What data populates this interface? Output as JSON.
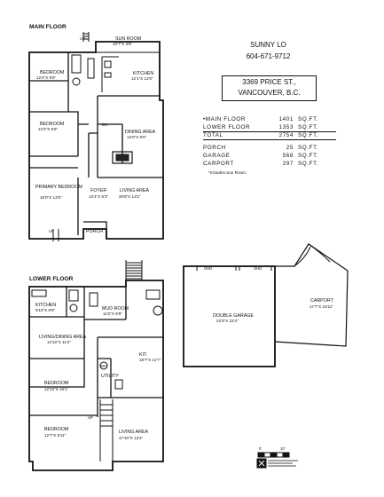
{
  "main_floor": {
    "title": "MAIN FLOOR",
    "rooms": [
      {
        "id": "sun-room",
        "name": "SUN ROOM",
        "dims": "10'7\"X 3'8\""
      },
      {
        "id": "bedroom-1",
        "name": "BEDROOM",
        "dims": "12'4\"X 9'5\""
      },
      {
        "id": "kitchen",
        "name": "KITCHEN",
        "dims": "12'1\"X 12'0\""
      },
      {
        "id": "bedroom-2",
        "name": "BEDROOM",
        "dims": "12'2\"X 8'6\""
      },
      {
        "id": "dining-area",
        "name": "DINING AREA",
        "dims": "12'0\"X 8'0\""
      },
      {
        "id": "primary-bedroom",
        "name": "PRIMARY BEDROOM",
        "dims": "15'0\"X 12'5\""
      },
      {
        "id": "foyer",
        "name": "FOYER",
        "dims": "13'4\"X 5'3\""
      },
      {
        "id": "living-area",
        "name": "LIVING AREA",
        "dims": "20'8\"X 13'1\""
      },
      {
        "id": "porch",
        "name": "PORCH",
        "dims": ""
      }
    ],
    "markers": {
      "up": "UP",
      "dn": "DN"
    }
  },
  "lower_floor": {
    "title": "LOWER FLOOR",
    "rooms": [
      {
        "id": "kitchen",
        "name": "KITCHEN",
        "dims": "8'10\"X 8'6\""
      },
      {
        "id": "mud-room",
        "name": "MUD ROOM",
        "dims": "11'0\"X 9'9\""
      },
      {
        "id": "living-dining",
        "name": "LIVING/DINING AREA",
        "dims": "14'10\"X 11'2\""
      },
      {
        "id": "kit",
        "name": "KIT.",
        "dims": "18'7\"X 11'7\""
      },
      {
        "id": "utility",
        "name": "UTILITY",
        "dims": ""
      },
      {
        "id": "bedroom-1",
        "name": "BEDROOM",
        "dims": "12'10\"X 10'1\""
      },
      {
        "id": "bedroom-2",
        "name": "BEDROOM",
        "dims": "12'7\"X 8'11\""
      },
      {
        "id": "living-area",
        "name": "LIVING AREA",
        "dims": "17'10\"X 12'2\""
      }
    ],
    "markers": {
      "up": "UP",
      "wh": "WH"
    }
  },
  "garage": {
    "rooms": [
      {
        "id": "double-garage",
        "name": "DOUBLE GARAGE",
        "dims": "23'3\"X 22'4\""
      },
      {
        "id": "carport",
        "name": "CARPORT",
        "dims": "17'7\"X 16'11\""
      }
    ],
    "door_labels": [
      "OHD",
      "OHD"
    ]
  },
  "agent": {
    "name": "SUNNY LO",
    "phone": "604-671-9712"
  },
  "address": {
    "line1": "3369 PRICE ST.,",
    "line2": "VANCOUVER, B.C."
  },
  "areas": {
    "rows": [
      {
        "name": "•MAIN FLOOR",
        "value": "1401",
        "unit": "SQ.FT."
      },
      {
        "name": " LOWER FLOOR",
        "value": "1353",
        "unit": "SQ.FT."
      }
    ],
    "total": {
      "name": "  TOTAL",
      "value": "2754",
      "unit": "SQ.FT."
    },
    "extra": [
      {
        "name": " PORCH",
        "value": "25",
        "unit": "SQ.FT."
      },
      {
        "name": " GARAGE",
        "value": "568",
        "unit": "SQ.FT."
      },
      {
        "name": " CARPORT",
        "value": "297",
        "unit": "SQ.FT."
      }
    ],
    "note": "*Includes Sun Room."
  },
  "scale": {
    "left": "0'",
    "right": "10'"
  }
}
